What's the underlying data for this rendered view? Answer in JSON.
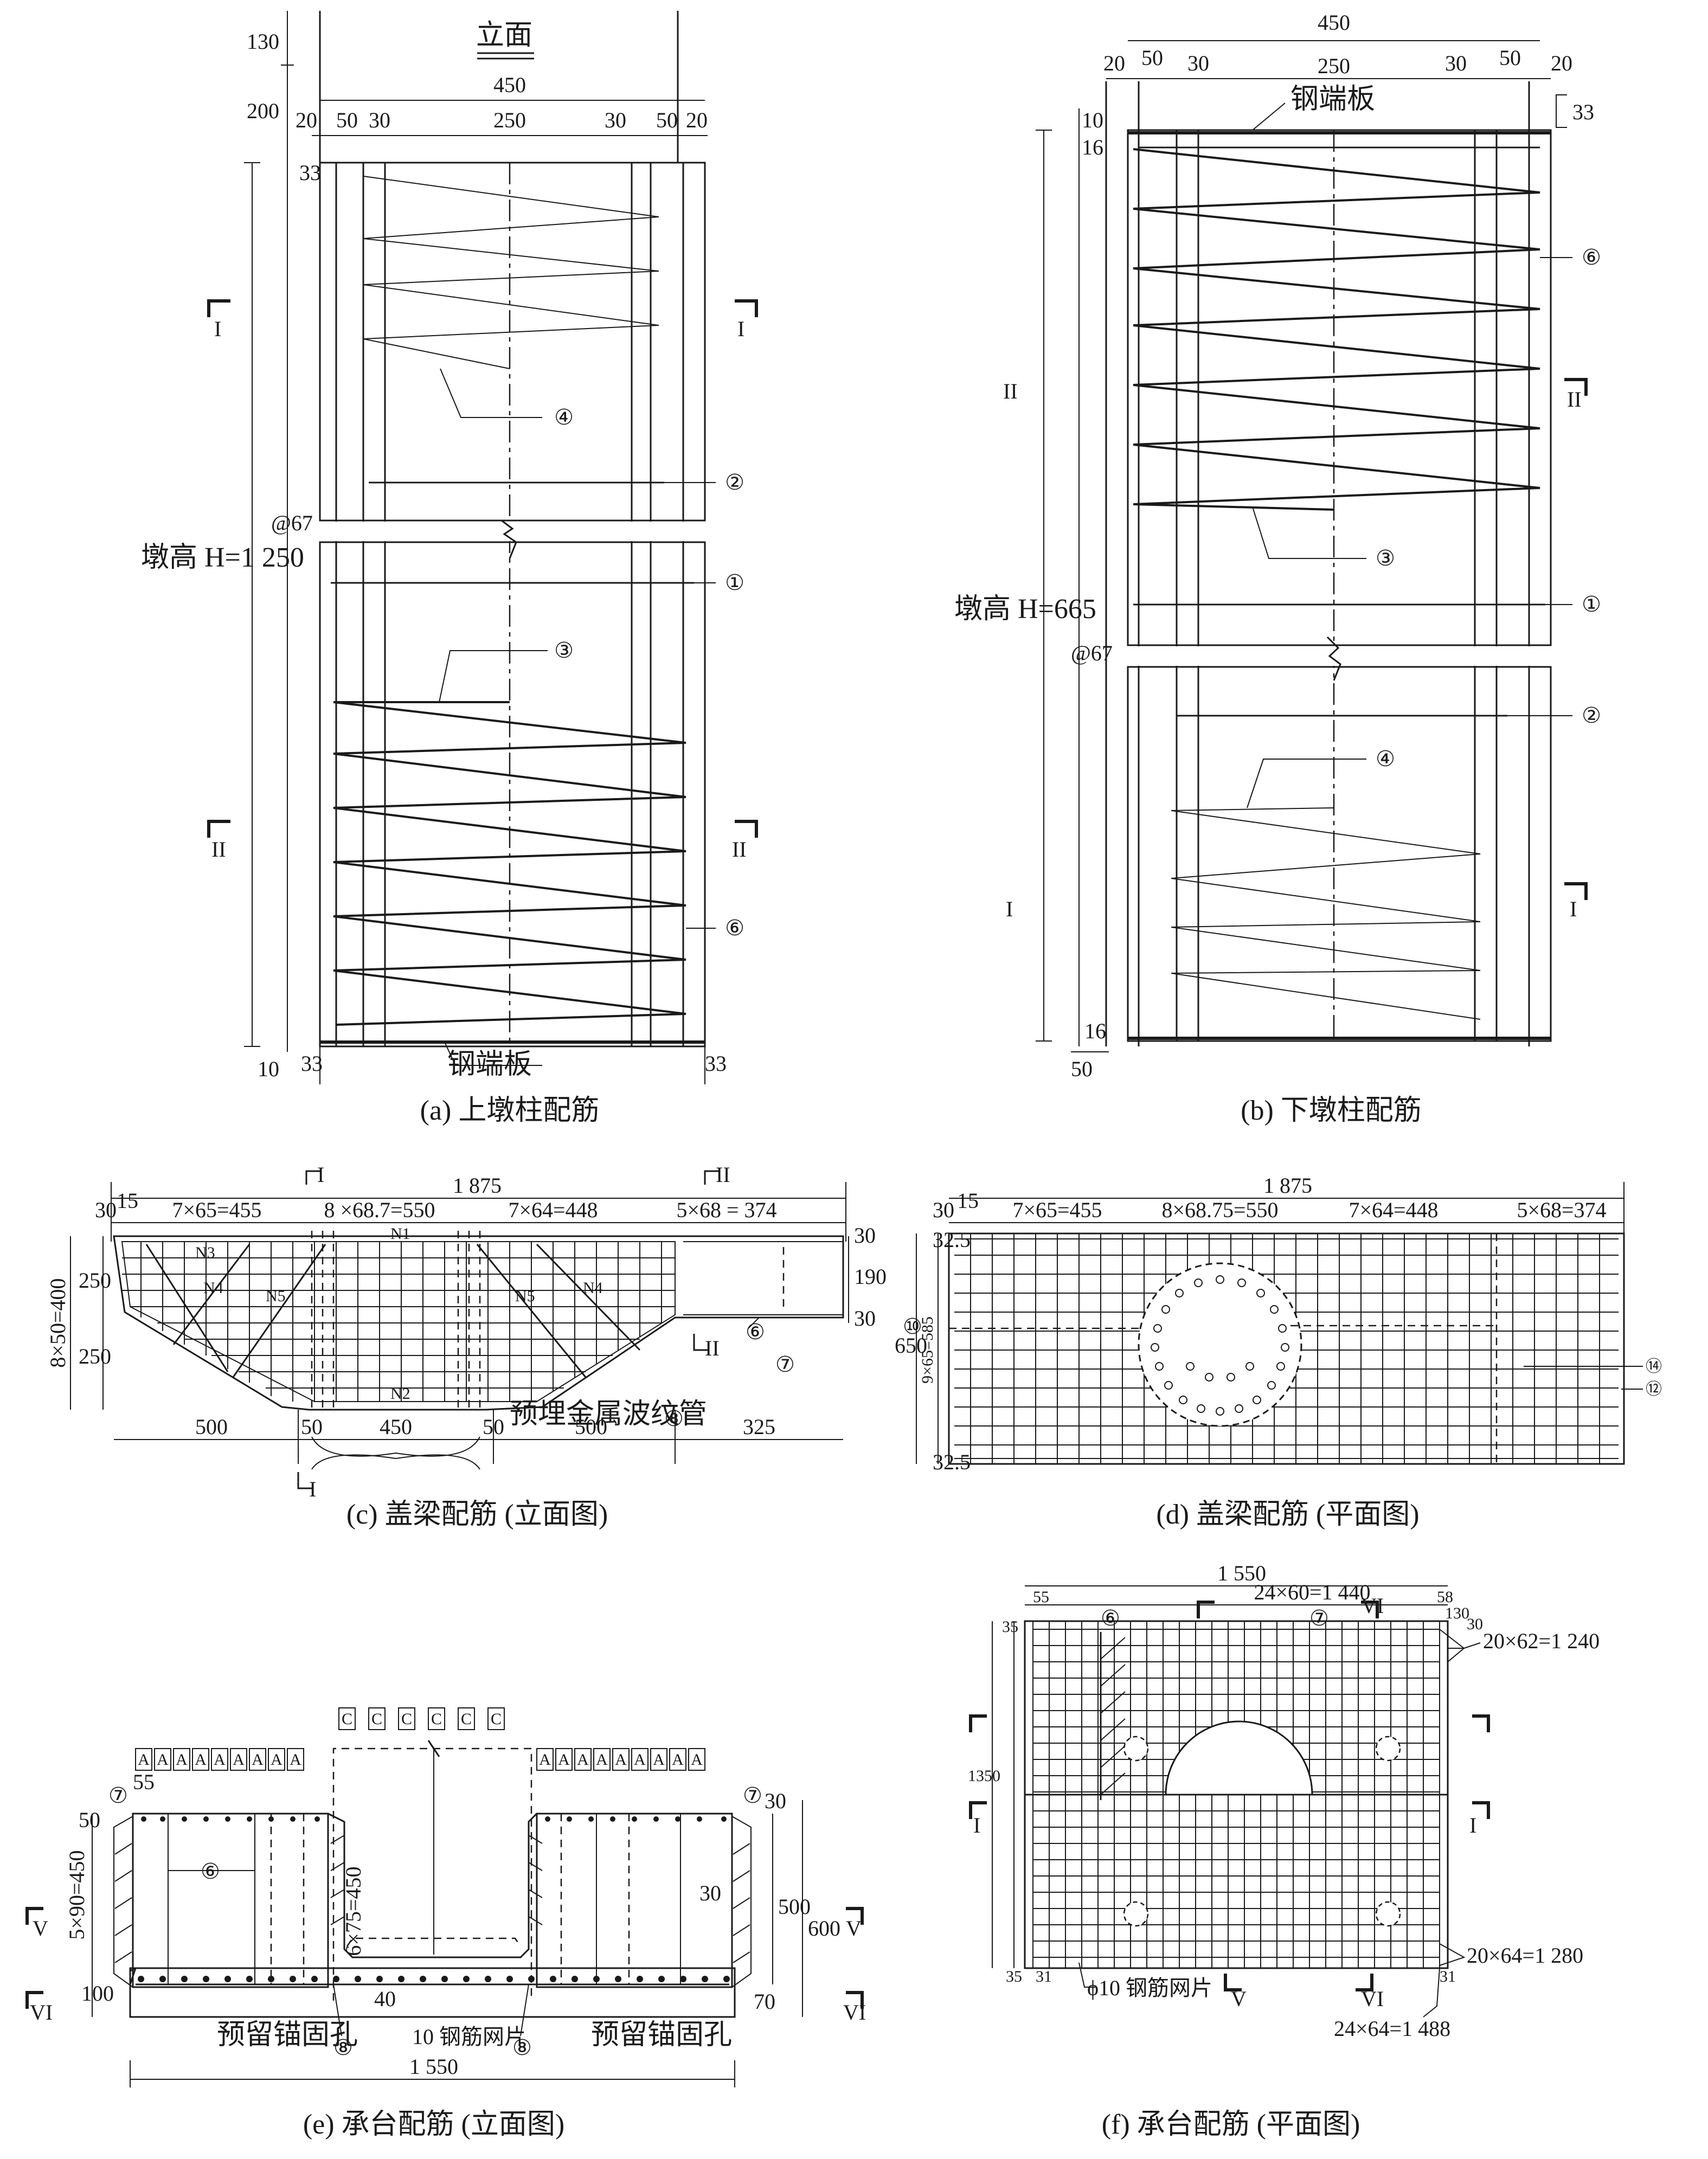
{
  "panel_a": {
    "caption": "(a) 上墩柱配筋",
    "view_title": "立面",
    "dim_130": "130",
    "dim_200": "200",
    "dim_total": "450",
    "dim_20_l": "20",
    "dim_50_l": "50",
    "dim_30_l": "30",
    "dim_250": "250",
    "dim_30_r": "30",
    "dim_50_r": "50",
    "dim_20_r": "20",
    "dim_33_top": "33",
    "dim_33_bl": "33",
    "dim_33_br": "33",
    "dim_10": "10",
    "spacing": "@67",
    "height_label": "墩高 H=1 250",
    "section_I": "I",
    "section_II": "II",
    "end_plate": "钢端板",
    "bar_1": "①",
    "bar_2": "②",
    "bar_3": "③",
    "bar_4": "④",
    "bar_6": "⑥"
  },
  "panel_b": {
    "caption": "(b) 下墩柱配筋",
    "dim_total": "450",
    "dim_20_l": "20",
    "dim_50_l": "50",
    "dim_30_l": "30",
    "dim_250": "250",
    "dim_30_r": "30",
    "dim_50_r": "50",
    "dim_20_r": "20",
    "end_plate": "钢端板",
    "dim_33": "33",
    "dim_10": "10",
    "dim_16_top": "16",
    "dim_16_bot": "16",
    "dim_50_bot": "50",
    "spacing": "@67",
    "height_label": "墩高 H=665",
    "section_I": "I",
    "section_II": "II",
    "bar_1": "①",
    "bar_2": "②",
    "bar_3": "③",
    "bar_4": "④",
    "bar_6": "⑥"
  },
  "panel_c": {
    "caption": "(c) 盖梁配筋 (立面图)",
    "total": "1 875",
    "seg1": "7×65=455",
    "seg2": "8 ×68.7=550",
    "seg3": "7×64=448",
    "seg4": "5×68 = 374",
    "d30": "30",
    "d15": "15",
    "left_v": "8×50=400",
    "d250a": "250",
    "d250b": "250",
    "r30a": "30",
    "r190": "190",
    "r30b": "30",
    "b500a": "500",
    "b50a": "50",
    "b450": "450",
    "b50b": "50",
    "b500b": "500",
    "b325": "325",
    "duct": "预埋金属波纹管",
    "n1": "N1",
    "n2": "N2",
    "n3": "N3",
    "n4a": "N4",
    "n5a": "N5",
    "n5b": "N5",
    "n4b": "N4",
    "sec_I": "I",
    "sec_II": "II",
    "bar_6": "⑥",
    "bar_7": "⑦",
    "bar_8": "⑧"
  },
  "panel_d": {
    "caption": "(d) 盖梁配筋 (平面图)",
    "total": "1 875",
    "seg1": "7×65=455",
    "seg2": "8×68.75=550",
    "seg3": "7×64=448",
    "seg4": "5×68=374",
    "d30": "30",
    "d15": "15",
    "d325a": "32.5",
    "d325b": "32.5",
    "d650": "650",
    "v_seg": "9×65=585",
    "bar_10": "⑩",
    "bar_12": "⑫",
    "bar_14": "⑭"
  },
  "panel_e": {
    "caption": "(e) 承台配筋 (立面图)",
    "a_boxes": [
      "A",
      "A",
      "A",
      "A",
      "A",
      "A",
      "A",
      "A",
      "A",
      "A",
      "A",
      "A",
      "A",
      "A",
      "A",
      "A",
      "A",
      "A"
    ],
    "c_boxes": [
      "C",
      "C",
      "C",
      "C",
      "C",
      "C"
    ],
    "d55": "55",
    "d50": "50",
    "left_v": "5×90=450",
    "d100": "100",
    "mid_v": "6×75=450",
    "d40": "40",
    "mesh": "10 钢筋网片",
    "anchor_l": "预留锚固孔",
    "anchor_r": "预留锚固孔",
    "total": "1 550",
    "r30a": "30",
    "r30b": "30",
    "r500": "500",
    "r600": "600",
    "r70": "70",
    "sec_V": "V",
    "sec_VI": "VI",
    "bar_6": "⑥",
    "bar_7": "⑦",
    "bar_8": "⑧"
  },
  "panel_f": {
    "caption": "(f) 承台配筋 (平面图)",
    "total": "1 550",
    "top_seg": "24×60=1 440",
    "d55": "55",
    "d58": "58",
    "d130": "130",
    "d30": "30",
    "d35": "35",
    "d31a": "31",
    "d31b": "31",
    "v1350": "1350",
    "r_top": "20×62=1 240",
    "r_bot": "20×64=1 280",
    "bot_seg": "24×64=1 488",
    "mesh": "ϕ10 钢筋网片",
    "sec_I": "I",
    "sec_V": "V",
    "sec_VI": "VI",
    "bar_6": "⑥",
    "bar_7": "⑦"
  }
}
